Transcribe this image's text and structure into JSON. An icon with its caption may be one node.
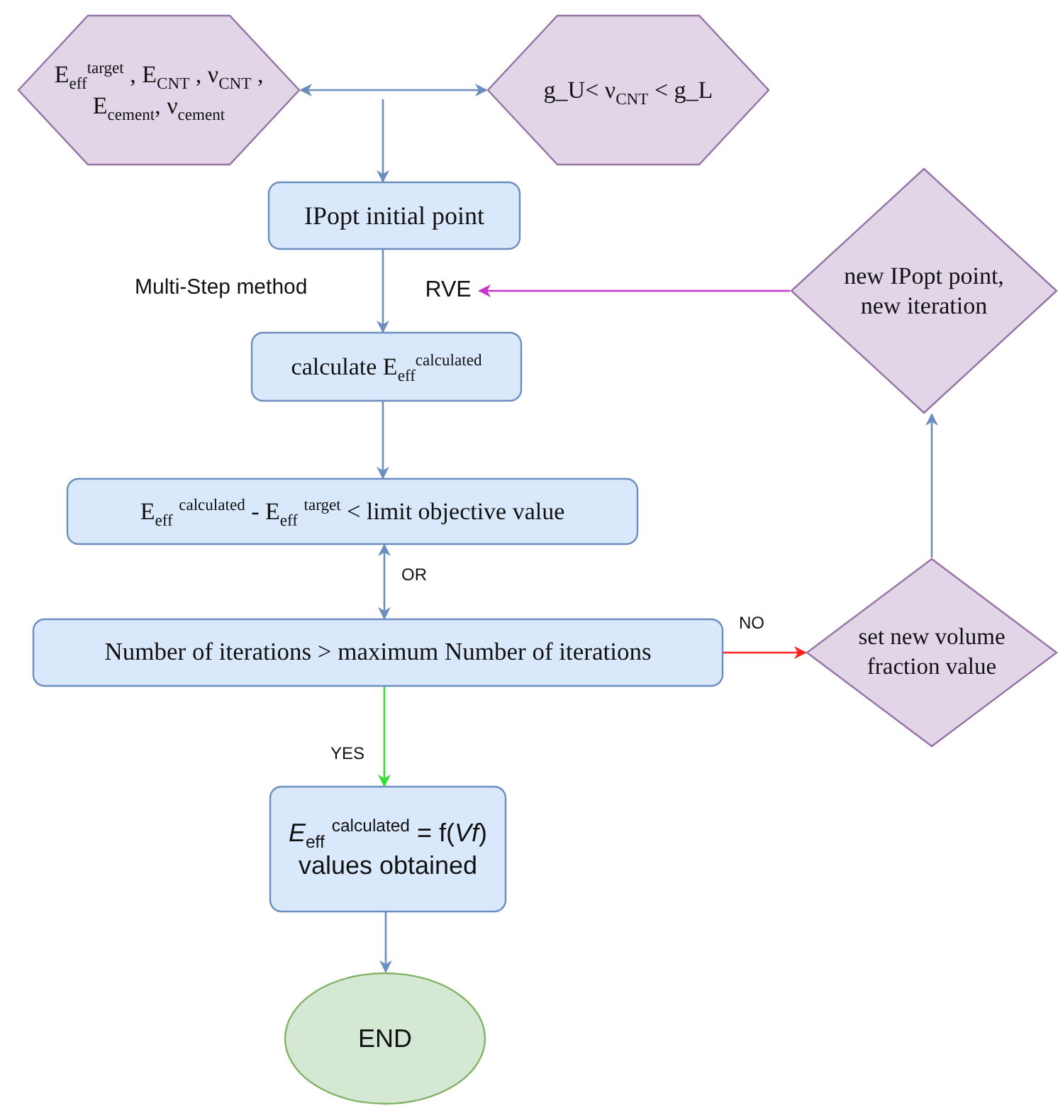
{
  "diagram": {
    "nodes": [
      {
        "text": [
          "E$_{eff}$$^{target}$ , E$_{CNT}$ , ν$_{CNT}$ , E$_{cement}$, ν$_{cement}$"
        ]
      },
      {
        "text": [
          "g_U< ν$_{CNT}$ < g_L"
        ]
      },
      {
        "text": [
          "IPopt initial point"
        ]
      },
      {
        "text": [
          "new IPopt point, new iteration"
        ]
      },
      {
        "text": [
          "RVE"
        ]
      },
      {
        "text": [
          "calculate E$_{eff}$$^{calculated}$"
        ]
      },
      {
        "text": [
          "E$_{eff}$ $^{calculated}$ - E$_{eff}$ $^{target}$ < limit objective value"
        ]
      },
      {
        "text": [
          "Number of iterations > maximum Number of iterations"
        ]
      },
      {
        "text": [
          "set new volume fraction value"
        ]
      },
      {
        "text": [
          "*E*$_{eff}$ $^{calculated}$ = f(*Vf*) values obtained"
        ]
      },
      {
        "text": [
          "END"
        ]
      }
    ],
    "edges": [
      {
        "from": 0,
        "to": 1,
        "arrow": "both"
      },
      {
        "from": null,
        "to": 2,
        "arrow": "to"
      },
      {
        "from": 2,
        "to": 5,
        "arrow": "to"
      },
      {
        "from": 3,
        "to": 4,
        "arrow": "to",
        "color": "#cc33cc"
      },
      {
        "from": 5,
        "to": 6,
        "arrow": "to"
      },
      {
        "from": 6,
        "to": 7,
        "arrow": "both",
        "label": "OR"
      },
      {
        "from": 7,
        "to": 8,
        "arrow": "to",
        "label": "NO",
        "color": "#ff2222"
      },
      {
        "from": 8,
        "to": 3,
        "arrow": "to"
      },
      {
        "from": 7,
        "to": 9,
        "arrow": "to",
        "label": "YES",
        "color": "#33dd33"
      },
      {
        "from": 9,
        "to": 10,
        "arrow": "to"
      }
    ],
    "labels": [
      "Multi-Step method"
    ]
  }
}
